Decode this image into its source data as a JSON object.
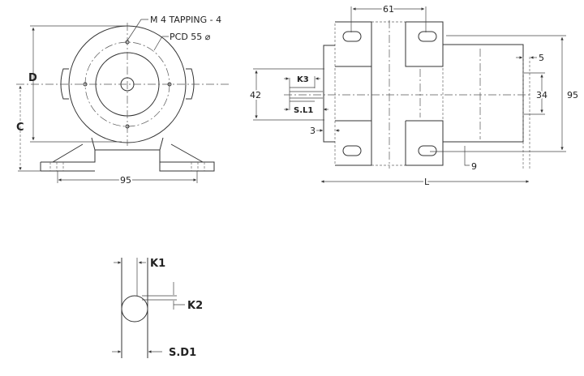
{
  "front_view": {
    "tapping_label": "M 4 TAPPING - 4",
    "pcd_label": "PCD 55 ⌀",
    "dim_d": "D",
    "dim_c": "C",
    "dim_width": "95"
  },
  "top_view": {
    "dim_61": "61",
    "dim_95": "95",
    "dim_34": "34",
    "dim_5": "5",
    "dim_42": "42",
    "dim_k3": "K3",
    "dim_sl1": "S.L1",
    "dim_3": "3",
    "dim_9": "9",
    "dim_l": "L"
  },
  "shaft_view": {
    "dim_k1": "K1",
    "dim_k2": "K2",
    "dim_sd1": "S.D1"
  }
}
